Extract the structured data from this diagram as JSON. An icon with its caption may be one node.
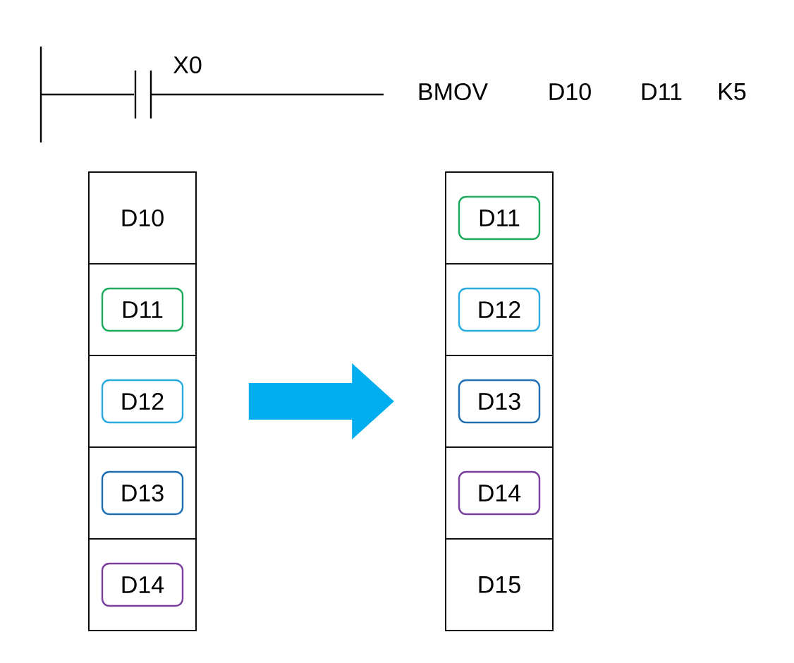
{
  "diagram": {
    "nodes": [
      {
        "text": [],
        "shape": "box"
      },
      {
        "text": [
          "D10"
        ],
        "in": 0
      },
      {
        "text": [
          "D11"
        ],
        "in": 0
      },
      {
        "text": [
          "D12"
        ],
        "in": 0
      },
      {
        "text": [
          "D13"
        ],
        "in": 0
      },
      {
        "text": [
          "D14"
        ],
        "in": 0
      },
      {
        "text": [],
        "shape": "box"
      },
      {
        "text": [
          "D11"
        ],
        "in": 6
      },
      {
        "text": [
          "D12"
        ],
        "in": 6
      },
      {
        "text": [
          "D13"
        ],
        "in": 6
      },
      {
        "text": [
          "D14"
        ],
        "in": 6
      },
      {
        "text": [
          "D15"
        ],
        "in": 6
      }
    ],
    "edges": [
      {
        "from": 0,
        "to": 6,
        "arrow": "to",
        "color": "#00aeef"
      }
    ],
    "labels": [
      "X0",
      "BMOV",
      "D10",
      "D11",
      "K5"
    ]
  }
}
